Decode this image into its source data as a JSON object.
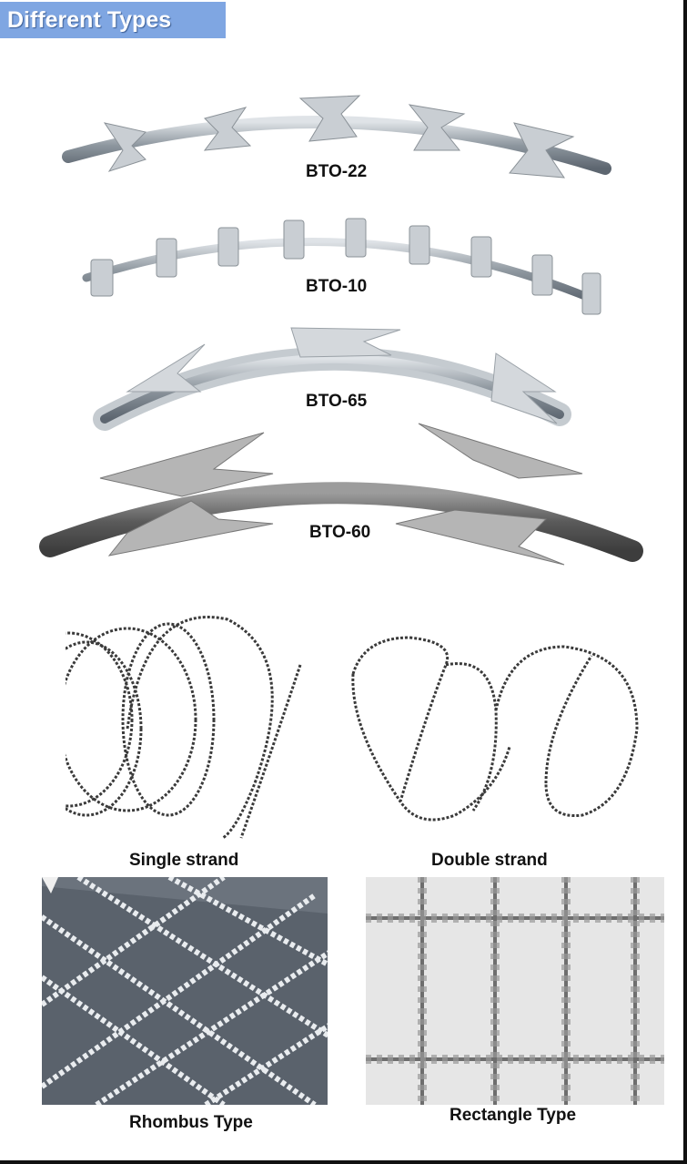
{
  "header": {
    "title": "Different Types"
  },
  "wires": [
    {
      "label": "BTO-22"
    },
    {
      "label": "BTO-10"
    },
    {
      "label": "BTO-65"
    },
    {
      "label": "BTO-60"
    }
  ],
  "coils": [
    {
      "label": "Single strand"
    },
    {
      "label": "Double strand"
    }
  ],
  "panels": [
    {
      "label": "Rhombus Type"
    },
    {
      "label": "Rectangle Type"
    }
  ],
  "colors": {
    "banner": "#7fa6e2",
    "wire": "#9aa3ab",
    "panel_dark": "#5f6770"
  }
}
